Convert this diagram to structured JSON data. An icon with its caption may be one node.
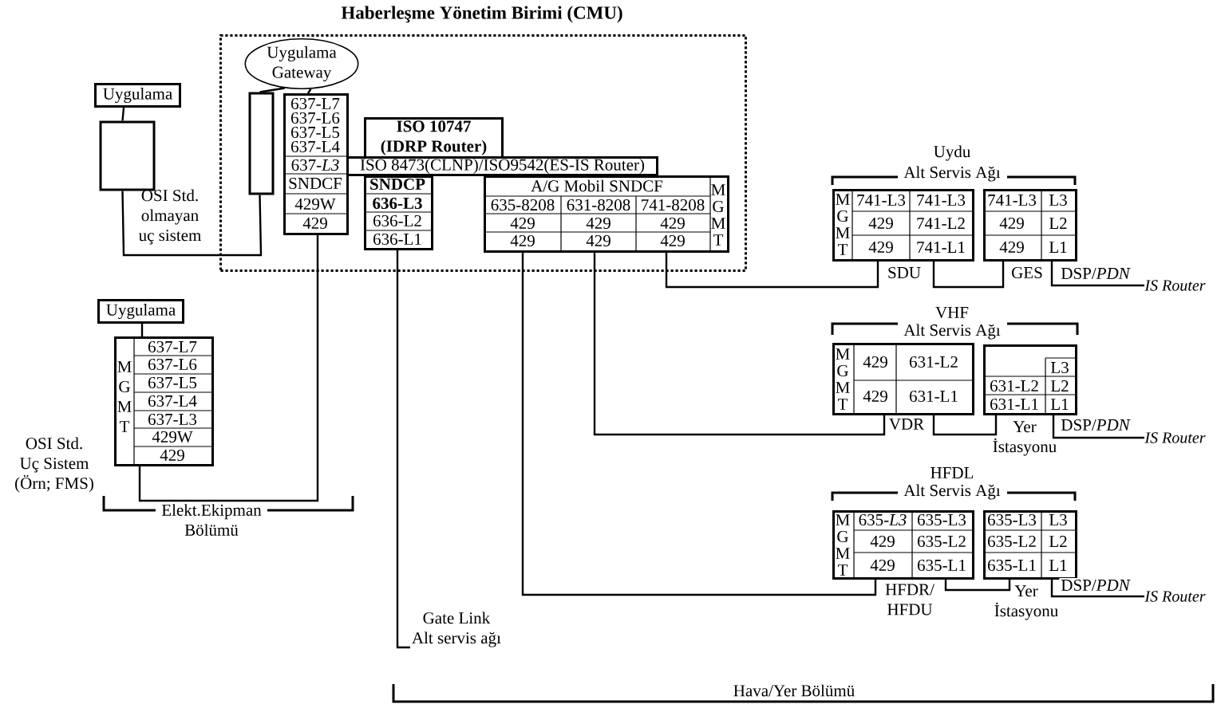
{
  "diagram": {
    "nodes": [
      {
        "text": [
          "Haberleşme Yönetim Birimi (CMU)"
        ]
      },
      {
        "text": [
          "Uygulama"
        ]
      },
      {
        "text": [],
        "shape": "box",
        "beside": [
          "OSI Std. olmayan uç sistem"
        ]
      },
      {
        "text": [
          "Uygulama Gateway"
        ],
        "in": 0
      },
      {
        "text": [],
        "shape": "box",
        "in": 0
      },
      {
        "text": [
          "637-L7",
          "637-L6",
          "637-L5",
          "637-L4",
          "637-*L3*",
          "SNDCF",
          "429W",
          "429"
        ],
        "in": 0
      },
      {
        "text": [
          "ISO 10747 (IDRP Router)"
        ],
        "in": 0
      },
      {
        "text": [
          "ISO 8473(CLNP)/ISO9542(ES-IS Router)"
        ],
        "in": 0
      },
      {
        "text": [
          "SNDCP",
          "636-L3",
          "636-L2",
          "636-L1"
        ],
        "in": 0
      },
      {
        "text": [
          "A/G Mobil SNDCF",
          "635-8208",
          "631-8208",
          "741-8208",
          "429",
          "429",
          "429",
          "429",
          "429",
          "429",
          "M",
          "G",
          "M",
          "T"
        ],
        "in": 0
      },
      {
        "text": [
          "Uygulama"
        ]
      },
      {
        "text": [
          "M",
          "G",
          "M",
          "T",
          "637-L7",
          "637-L6",
          "637-L5",
          "637-L4",
          "637-L3",
          "429W",
          "429"
        ],
        "beside": [
          "OSI Std. Uç Sistem (Örn; FMS)"
        ]
      },
      {
        "text": [
          "M",
          "G",
          "M",
          "T",
          "741-L3",
          "741-L3",
          "429",
          "741-L2",
          "429",
          "741-L1"
        ],
        "beside": [
          "SDU"
        ]
      },
      {
        "text": [
          "741-L3",
          "L3",
          "429",
          "L2",
          "429",
          "L1"
        ],
        "beside": [
          "GES"
        ]
      },
      {
        "text": [
          "M",
          "G",
          "M",
          "T",
          "429",
          "631-L2",
          "429",
          "631-L1"
        ],
        "beside": [
          "VDR"
        ]
      },
      {
        "text": [
          "L3",
          "631-L2",
          "L2",
          "631-L1",
          "L1"
        ],
        "beside": [
          "Yer İstasyonu"
        ]
      },
      {
        "text": [
          "M",
          "G",
          "M",
          "T",
          "635-*L3*",
          "635-L3",
          "429",
          "635-L2",
          "429",
          "635-L1"
        ],
        "beside": [
          "HFDR/ HFDU"
        ]
      },
      {
        "text": [
          "635-L3",
          "L3",
          "635-L2",
          "L2",
          "635-L1",
          "L1"
        ],
        "beside": [
          "Yer İstasyonu"
        ]
      },
      {
        "text": [
          "IS Router"
        ]
      },
      {
        "text": [
          "IS Router"
        ]
      },
      {
        "text": [
          "IS Router"
        ]
      },
      {
        "text": [
          "Gate Link Alt servis ağı"
        ]
      }
    ],
    "edges": [
      {
        "from": 1,
        "to": 2,
        "arrow": "none"
      },
      {
        "from": 2,
        "to": 4,
        "arrow": "none"
      },
      {
        "from": 3,
        "to": 4,
        "arrow": "none"
      },
      {
        "from": 3,
        "to": 5,
        "arrow": "none"
      },
      {
        "from": 5,
        "to": 11,
        "arrow": "none"
      },
      {
        "from": 10,
        "to": 11,
        "arrow": "none"
      },
      {
        "from": 8,
        "to": 21,
        "arrow": "none"
      },
      {
        "from": 9,
        "to": 16,
        "arrow": "none"
      },
      {
        "from": 9,
        "to": 14,
        "arrow": "none"
      },
      {
        "from": 9,
        "to": 12,
        "arrow": "none"
      },
      {
        "from": 12,
        "to": 13,
        "arrow": "none"
      },
      {
        "from": 14,
        "to": 15,
        "arrow": "none"
      },
      {
        "from": 16,
        "to": 17,
        "arrow": "none"
      },
      {
        "from": 13,
        "to": 18,
        "arrow": "none",
        "label": "DSP/*PDN*"
      },
      {
        "from": 15,
        "to": 19,
        "arrow": "none",
        "label": "DSP/*PDN*"
      },
      {
        "from": 17,
        "to": 20,
        "arrow": "none",
        "label": "DSP/*PDN*"
      }
    ],
    "labels": [
      "Uydu",
      "Alt Servis Ağı",
      "VHF",
      "Alt Servis Ağı",
      "HFDL",
      "Alt Servis Ağı",
      "Elekt.Ekipman Bölümü",
      "Hava/Yer Bölümü"
    ]
  }
}
